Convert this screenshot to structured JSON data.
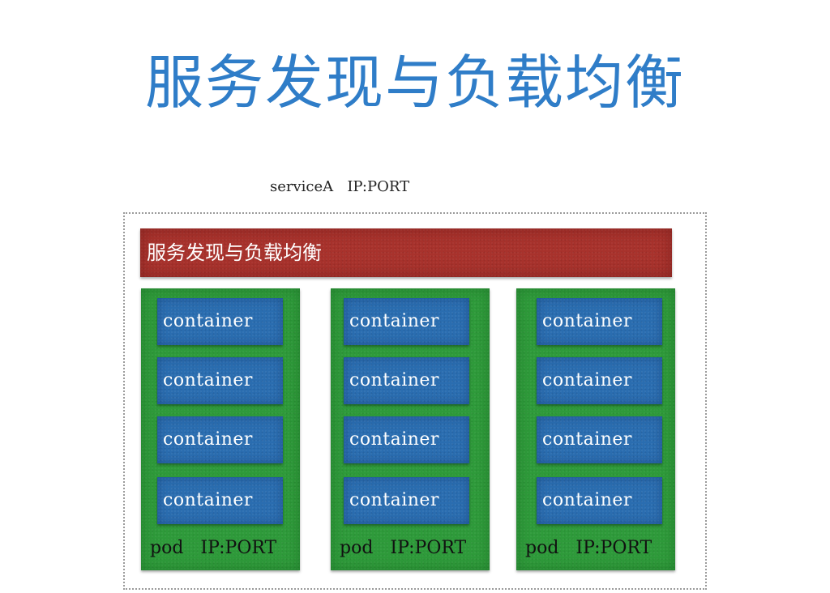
{
  "title": "服务发现与负载均衡",
  "service": {
    "label": "serviceA   IP:PORT"
  },
  "load_balancer": {
    "label": "服务发现与负载均衡",
    "color": "#a8322c"
  },
  "pods": [
    {
      "label": "pod   IP:PORT",
      "containers": [
        "container",
        "container",
        "container",
        "container"
      ]
    },
    {
      "label": "pod   IP:PORT",
      "containers": [
        "container",
        "container",
        "container",
        "container"
      ]
    },
    {
      "label": "pod   IP:PORT",
      "containers": [
        "container",
        "container",
        "container",
        "container"
      ]
    }
  ],
  "colors": {
    "title": "#2f7dc8",
    "pod": "#2e9a3a",
    "container": "#2a6db0"
  }
}
